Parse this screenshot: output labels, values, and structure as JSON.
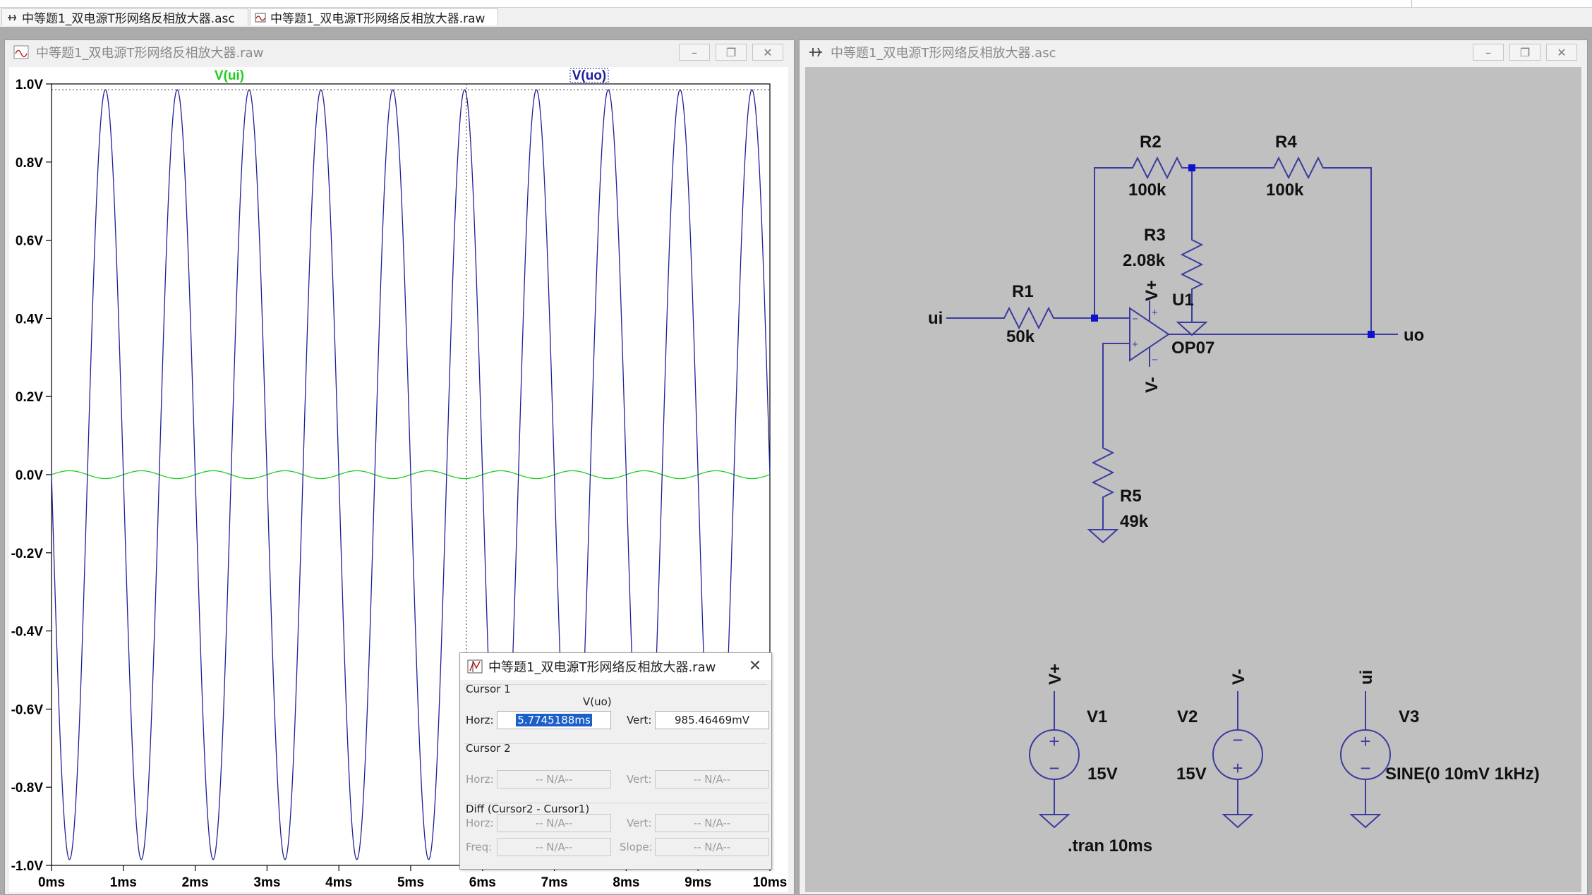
{
  "tabs": [
    {
      "label": "中等题1_双电源T形网络反相放大器.asc",
      "icon": "schematic-icon"
    },
    {
      "label": "中等题1_双电源T形网络反相放大器.raw",
      "icon": "waveform-icon"
    }
  ],
  "plot_window": {
    "title": "中等题1_双电源T形网络反相放大器.raw",
    "trace_labels": [
      {
        "name": "V(ui)",
        "color": "#22cc22"
      },
      {
        "name": "V(uo)",
        "color": "#1f1f9a"
      }
    ]
  },
  "chart_data": {
    "type": "line",
    "xlabel": "",
    "ylabel": "",
    "x_ticks": [
      "0ms",
      "1ms",
      "2ms",
      "3ms",
      "4ms",
      "5ms",
      "6ms",
      "7ms",
      "8ms",
      "9ms",
      "10ms"
    ],
    "y_ticks": [
      "1.0V",
      "0.8V",
      "0.6V",
      "0.4V",
      "0.2V",
      "0.0V",
      "-0.2V",
      "-0.4V",
      "-0.6V",
      "-0.8V",
      "-1.0V"
    ],
    "xlim_ms": [
      0,
      10
    ],
    "ylim_V": [
      -1.0,
      1.0
    ],
    "grid": false,
    "series": [
      {
        "name": "V(ui)",
        "color": "#22cc22",
        "waveform": "sine",
        "amplitude_V": 0.01,
        "offset_V": 0,
        "frequency_kHz": 1,
        "phase_deg": 0
      },
      {
        "name": "V(uo)",
        "color": "#1f1f9a",
        "waveform": "sine",
        "amplitude_V": 0.985,
        "offset_V": 0,
        "frequency_kHz": 1,
        "phase_deg": 180
      }
    ],
    "cursor_ms": 5.7745188,
    "reference_level_V": 0.985
  },
  "cursor_dialog": {
    "title": "中等题1_双电源T形网络反相放大器.raw",
    "close": "✕",
    "cursor1_label": "Cursor 1",
    "trace": "V(uo)",
    "horz_label": "Horz:",
    "horz_value": "5.7745188ms",
    "vert_label": "Vert:",
    "vert_value": "985.46469mV",
    "cursor2_label": "Cursor 2",
    "c2_horz_label": "Horz:",
    "c2_horz_value": "-- N/A--",
    "c2_vert_label": "Vert:",
    "c2_vert_value": "-- N/A--",
    "diff_label": "Diff (Cursor2 - Cursor1)",
    "d_horz_label": "Horz:",
    "d_horz_value": "-- N/A--",
    "d_vert_label": "Vert:",
    "d_vert_value": "-- N/A--",
    "freq_label": "Freq:",
    "freq_value": "-- N/A--",
    "slope_label": "Slope:",
    "slope_value": "-- N/A--"
  },
  "schematic_window": {
    "title": "中等题1_双电源T形网络反相放大器.asc",
    "components": {
      "r1": {
        "name": "R1",
        "value": "50k"
      },
      "r2": {
        "name": "R2",
        "value": "100k"
      },
      "r3": {
        "name": "R3",
        "value": "2.08k"
      },
      "r4": {
        "name": "R4",
        "value": "100k"
      },
      "r5": {
        "name": "R5",
        "value": "49k"
      },
      "u1": {
        "name": "U1",
        "model": "OP07"
      },
      "v1": {
        "name": "V1",
        "value": "15V"
      },
      "v2": {
        "name": "V2",
        "value": "15V"
      },
      "v3": {
        "name": "V3",
        "value": "SINE(0 10mV 1kHz)"
      }
    },
    "net_labels": {
      "ui": "ui",
      "uo": "uo",
      "vplus": "V+",
      "vminus": "V-"
    },
    "directive": ".tran 10ms",
    "wire_color": "#3c3ca0",
    "node_color": "#1010d0"
  },
  "window_buttons": {
    "minimize": "–",
    "restore": "❐",
    "close": "✕"
  }
}
